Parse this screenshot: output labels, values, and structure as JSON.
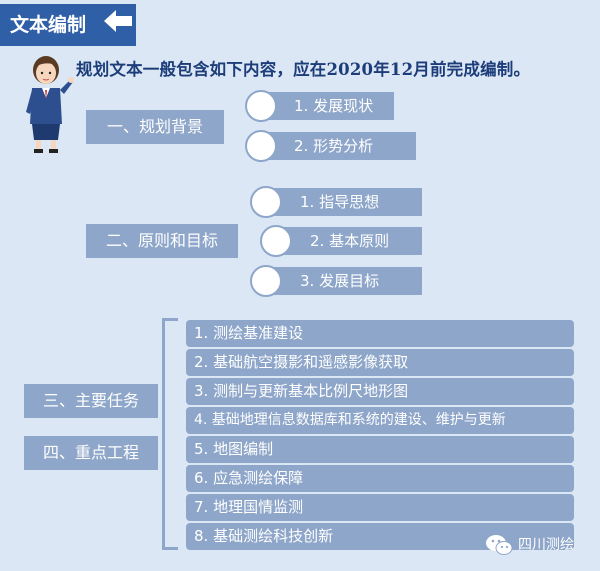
{
  "header": {
    "title": "文本编制"
  },
  "intro": "规划文本一般包含如下内容，应在2020年12月前完成编制。",
  "categories": [
    {
      "label": "一、规划背景"
    },
    {
      "label": "二、原则和目标"
    },
    {
      "label": "三、主要任务"
    },
    {
      "label": "四、重点工程"
    }
  ],
  "background_items": [
    "1. 发展现状",
    "2. 形势分析"
  ],
  "principle_items": [
    "1. 指导思想",
    "2. 基本原则",
    "3. 发展目标"
  ],
  "tasks": [
    "1. 测绘基准建设",
    "2. 基础航空摄影和遥感影像获取",
    "3. 测制与更新基本比例尺地形图",
    "4. 基础地理信息数据库和系统的建设、维护与更新",
    "5. 地图编制",
    "6. 应急测绘保障",
    "7. 地理国情监测",
    "8. 基础测绘科技创新"
  ],
  "brand": {
    "label": "四川测绘"
  },
  "colors": {
    "title_bg": "#2f5fa6",
    "box_bg": "#8ea6c9",
    "page_bg": "#dbe7f4",
    "intro_text": "#1c3d7a"
  }
}
